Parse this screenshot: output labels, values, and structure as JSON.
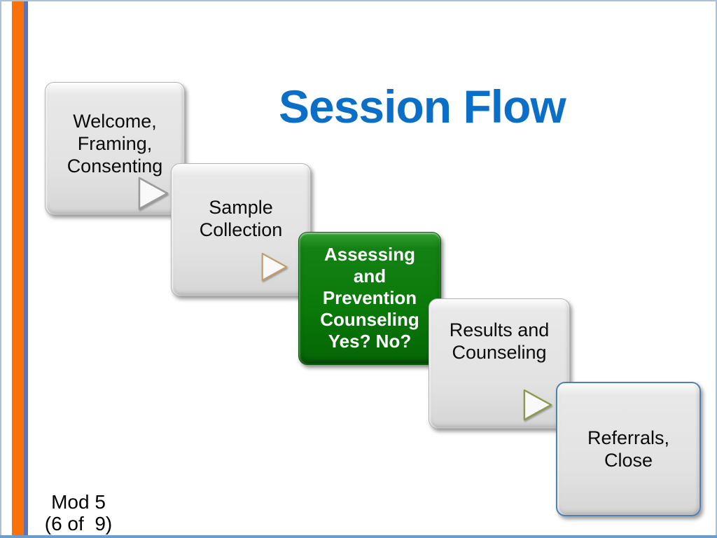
{
  "slide": {
    "title": "Session Flow",
    "footer_lines": [
      "Mod 5",
      "(6 of  9)"
    ]
  },
  "flow": {
    "steps": [
      {
        "name": "welcome-framing-consenting",
        "lines": [
          "Welcome,",
          "Framing,",
          "Consenting"
        ],
        "variant": "gray",
        "arrow": "gray"
      },
      {
        "name": "sample-collection",
        "lines": [
          "Sample",
          "Collection"
        ],
        "variant": "gray",
        "arrow": "tan"
      },
      {
        "name": "assessing-prevention-counseling",
        "lines": [
          "Assessing",
          "and",
          "Prevention",
          "Counseling",
          "Yes? No?"
        ],
        "variant": "green",
        "arrow": null
      },
      {
        "name": "results-and-counseling",
        "lines": [
          "Results and",
          "Counseling"
        ],
        "variant": "gray",
        "arrow": "olive"
      },
      {
        "name": "referrals-close",
        "lines": [
          "Referrals,",
          "Close"
        ],
        "variant": "gray-blue-outline",
        "arrow": null
      }
    ]
  },
  "colors": {
    "title_blue": "#0B6FC8",
    "stripe_orange": "#F87209",
    "stripe_blue": "#5E73B8",
    "frame_border": "#A9C2DA",
    "bottom_line": "#6E9CCB",
    "step_green": "#0A7A0A",
    "referral_outline": "#4E80B2",
    "arrow_gray": "#9A9A9A",
    "arrow_tan": "#C69C6D",
    "arrow_olive": "#8A9A4A"
  }
}
